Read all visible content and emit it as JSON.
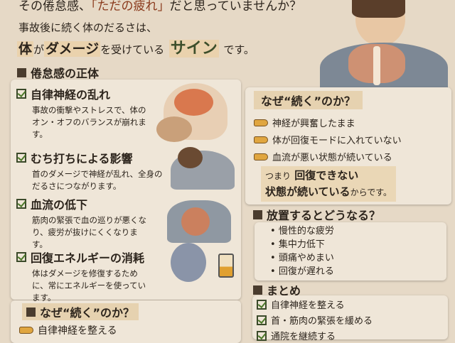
{
  "header": {
    "question_prefix": "その倦怠感、",
    "question_highlight": "「ただの疲れ」",
    "question_suffix": "だと思っていませんか？",
    "intro": "事故後に続く体のだるさは、",
    "lead_1": "体",
    "lead_2": "が",
    "lead_3": "ダメージ",
    "lead_4": "を受けている",
    "lead_5": "サイン",
    "lead_6": "です。"
  },
  "causes": {
    "title": "倦怠感の正体",
    "items": [
      {
        "title": "自律神経の乱れ",
        "body": "事故の衝撃やストレスで、体のオン・オフのバランスが崩れます。"
      },
      {
        "title": "むち打ちによる影響",
        "body": "首のダメージで神経が乱れ、全身のだるさにつながります。"
      },
      {
        "title": "血流の低下",
        "body": "筋肉の緊張で血の巡りが悪くなり、疲労が抜けにくくなります。"
      },
      {
        "title": "回復エネルギーの消耗",
        "body": "体はダメージを修復するために、常にエネルギーを使っています。"
      }
    ]
  },
  "why_bottom": {
    "title": "なぜ“続く”のか？",
    "items": [
      "自律神経を整える"
    ]
  },
  "why": {
    "title": "なぜ“続く”のか？",
    "items": [
      "神経が興奮したまま",
      "体が回復モードに入れていない",
      "血流が悪い状態が続いている"
    ],
    "conclusion_1": "つまり",
    "conclusion_2": "回復できない",
    "conclusion_3": "状態が続いている",
    "conclusion_4": "からです。"
  },
  "neglect": {
    "title": "放置するとどうなる？",
    "items": [
      "慢性的な疲労",
      "集中力低下",
      "頭痛やめまい",
      "回復が遅れる"
    ]
  },
  "summary": {
    "title": "まとめ",
    "items": [
      "自律神経を整える",
      "首・筋肉の緊張を緩める",
      "通院を継続する"
    ]
  },
  "colors": {
    "background": "#e6d9c6",
    "accent_red": "#8a3a1c",
    "accent_green": "#3d4e2a",
    "card": "#efe6d8"
  }
}
